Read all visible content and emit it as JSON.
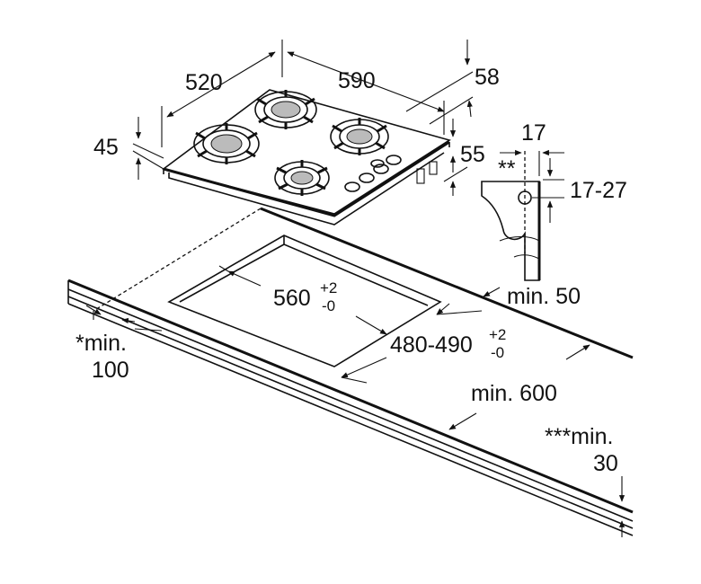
{
  "dimensions": {
    "depth_520": "520",
    "width_590": "590",
    "height_58": "58",
    "height_45": "45",
    "height_55": "55",
    "clip_17": "17",
    "double_star": "**",
    "clip_17_27": "17-27",
    "cutout_560": "560",
    "cutout_560_tol_plus": "+2",
    "cutout_560_tol_minus": "-0",
    "cutout_480_490": "480-490",
    "cutout_480_tol_plus": "+2",
    "cutout_480_tol_minus": "-0",
    "min_50": "min. 50",
    "min_100_line1": "*min.",
    "min_100_line2": "100",
    "min_600": "min. 600",
    "min_30_line1": "***min.",
    "min_30_line2": "30"
  },
  "icons": [
    "burner-icon",
    "control-knob-icon",
    "pan-support-icon",
    "mounting-clip-icon",
    "dimension-arrow-icon"
  ]
}
